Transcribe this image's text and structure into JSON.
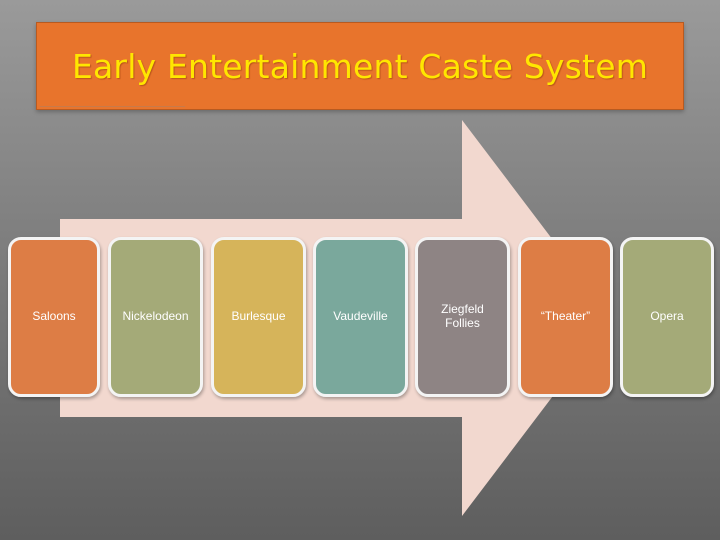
{
  "title": "Early Entertainment Caste System",
  "colors": {
    "title_bg": "#e8742c",
    "title_text": "#ffe600",
    "arrow": "#f2d8cf"
  },
  "stages": [
    {
      "label": "Saloons",
      "color": "#dd7d45"
    },
    {
      "label": "Nickelodeon",
      "color": "#a4aa78"
    },
    {
      "label": "Burlesque",
      "color": "#d6b45a"
    },
    {
      "label": "Vaudeville",
      "color": "#7aa89c"
    },
    {
      "label": "Ziegfeld Follies",
      "color": "#8e8484"
    },
    {
      "label": "“Theater”",
      "color": "#dd7d45"
    },
    {
      "label": "Opera",
      "color": "#a4aa78"
    }
  ]
}
